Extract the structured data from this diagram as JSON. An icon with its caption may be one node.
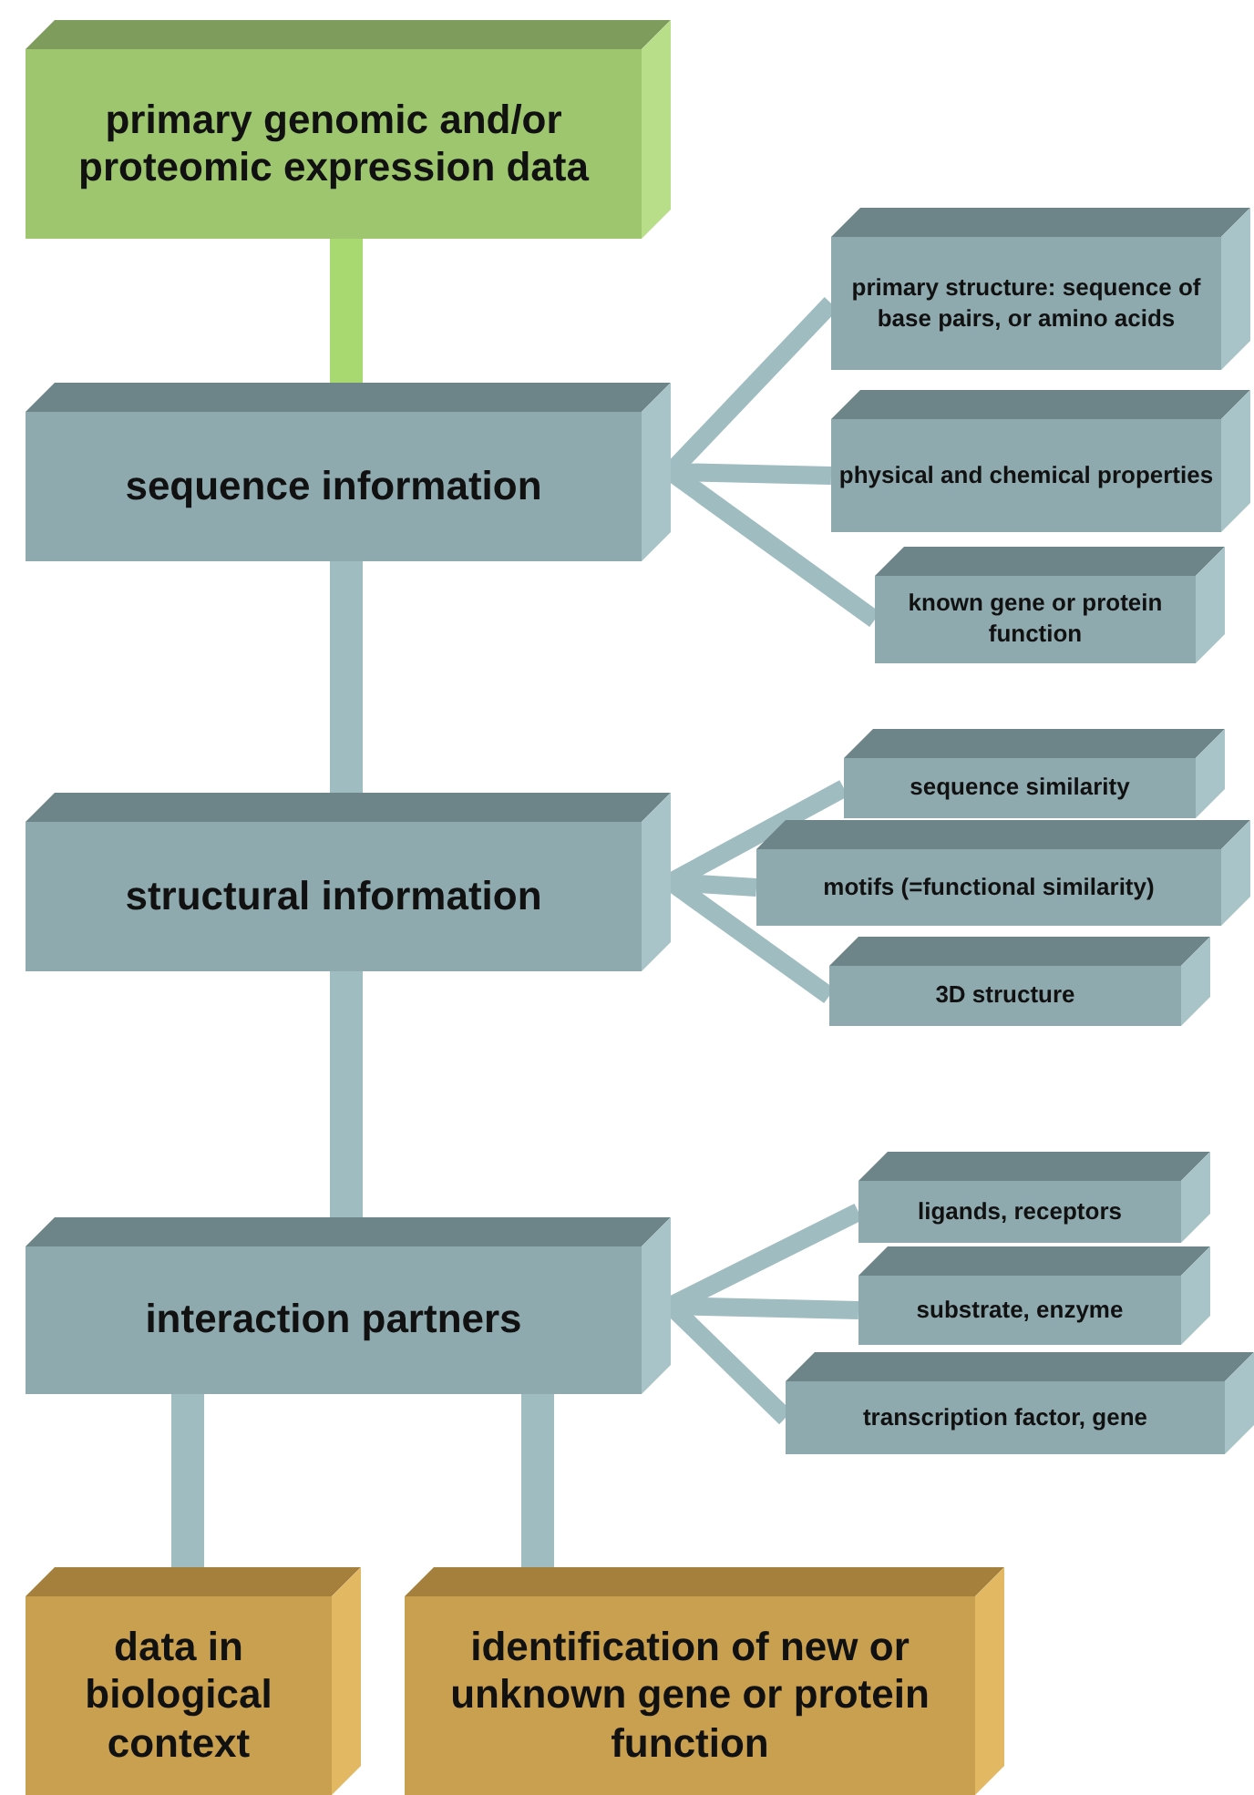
{
  "diagram": {
    "nodes": [
      {
        "text": [
          "primary genomic and/or proteomic expression data"
        ]
      },
      {
        "text": [
          "sequence information"
        ]
      },
      {
        "text": [
          "primary structure: sequence of base pairs, or amino acids"
        ]
      },
      {
        "text": [
          "physical  and chemical properties"
        ]
      },
      {
        "text": [
          "known gene or protein function"
        ]
      },
      {
        "text": [
          "structural information"
        ]
      },
      {
        "text": [
          "sequence similarity"
        ]
      },
      {
        "text": [
          "motifs (=functional similarity)"
        ]
      },
      {
        "text": [
          "3D structure"
        ]
      },
      {
        "text": [
          "interaction partners"
        ]
      },
      {
        "text": [
          "ligands, receptors"
        ]
      },
      {
        "text": [
          "substrate, enzyme"
        ]
      },
      {
        "text": [
          "transcription factor, gene"
        ]
      },
      {
        "text": [
          "data in biological context"
        ]
      },
      {
        "text": [
          "identification of new or unknown gene or protein function"
        ]
      }
    ],
    "edges": [
      {
        "from": 0,
        "to": 1,
        "arrow": "none",
        "color": "#a8d870",
        "style": "thick"
      },
      {
        "from": 1,
        "to": 2,
        "arrow": "none"
      },
      {
        "from": 1,
        "to": 3,
        "arrow": "none"
      },
      {
        "from": 1,
        "to": 4,
        "arrow": "none"
      },
      {
        "from": 1,
        "to": 5,
        "arrow": "none",
        "style": "thick"
      },
      {
        "from": 5,
        "to": 6,
        "arrow": "none"
      },
      {
        "from": 5,
        "to": 7,
        "arrow": "none"
      },
      {
        "from": 5,
        "to": 8,
        "arrow": "none"
      },
      {
        "from": 5,
        "to": 9,
        "arrow": "none",
        "style": "thick"
      },
      {
        "from": 9,
        "to": 10,
        "arrow": "none"
      },
      {
        "from": 9,
        "to": 11,
        "arrow": "none"
      },
      {
        "from": 9,
        "to": 12,
        "arrow": "none"
      },
      {
        "from": 9,
        "to": 13,
        "arrow": "none",
        "style": "thick"
      },
      {
        "from": 9,
        "to": 14,
        "arrow": "none",
        "style": "thick"
      }
    ]
  }
}
